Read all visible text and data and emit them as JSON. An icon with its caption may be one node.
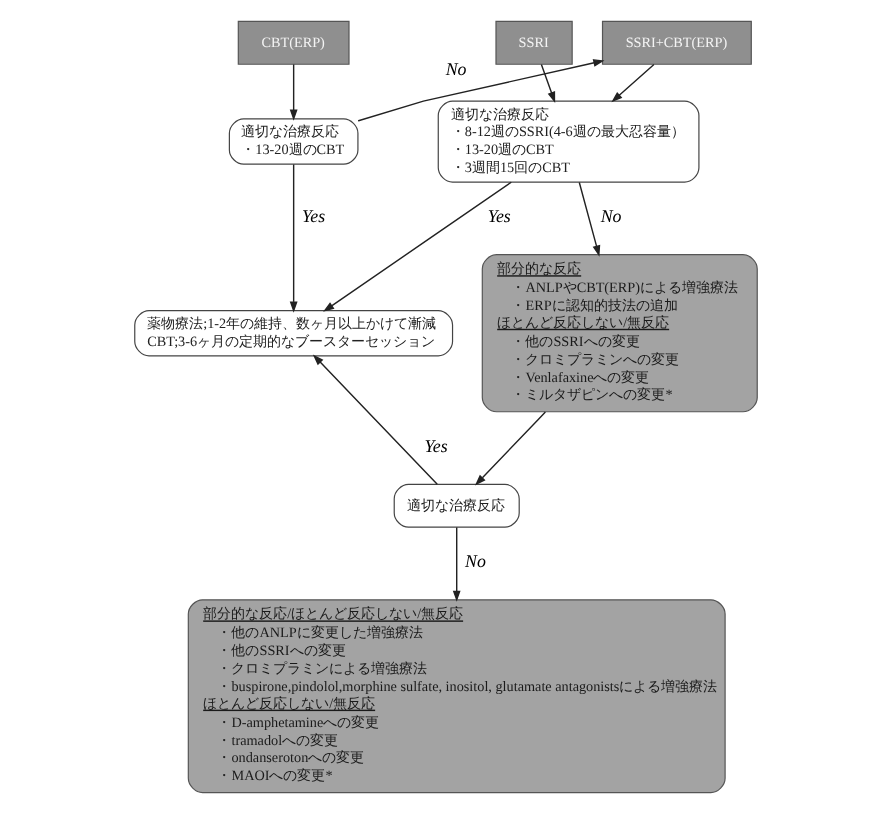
{
  "diagram": {
    "nodes": [
      {
        "text": [
          "CBT(ERP)"
        ]
      },
      {
        "text": [
          "SSRI"
        ]
      },
      {
        "text": [
          "SSRI+CBT(ERP)"
        ]
      },
      {
        "text": [
          "適切な治療反応",
          "・13-20週のCBT"
        ]
      },
      {
        "text": [
          "適切な治療反応",
          "・8-12週のSSRI(4-6週の最大忍容量）",
          "・13-20週のCBT",
          "・3週間15回のCBT"
        ]
      },
      {
        "text": [
          "薬物療法;1-2年の維持、数ヶ月以上かけて漸減",
          "CBT;3-6ヶ月の定期的なブースターセッション"
        ]
      },
      {
        "text": [
          "部分的な反応",
          "・ANLPやCBT(ERP)による増強療法",
          "・ERPに認知的技法の追加",
          "ほとんど反応しない/無反応",
          "・他のSSRIへの変更",
          "・クロミプラミンへの変更",
          "・Venlafaxineへの変更",
          "・ミルタザピンへの変更*"
        ]
      },
      {
        "text": [
          "適切な治療反応"
        ]
      },
      {
        "text": [
          "部分的な反応/ほとんど反応しない/無反応",
          "・他のANLPに変更した増強療法",
          "・他のSSRIへの変更",
          "・クロミプラミンによる増強療法",
          "・buspirone,pindolol,morphine sulfate, inositol, glutamate antagonistsによる増強療法",
          "ほとんど反応しない/無反応",
          "・D-amphetamineへの変更",
          "・tramadolへの変更",
          "・ondanserotonへの変更",
          "・MAOIへの変更*"
        ]
      }
    ],
    "edges": [
      {
        "from": 0,
        "to": 3,
        "arrow": "to"
      },
      {
        "from": 3,
        "to": 2,
        "arrow": "to",
        "label": "No"
      },
      {
        "from": 1,
        "to": 4,
        "arrow": "to"
      },
      {
        "from": 2,
        "to": 4,
        "arrow": "to"
      },
      {
        "from": 3,
        "to": 5,
        "arrow": "to",
        "label": "Yes"
      },
      {
        "from": 4,
        "to": 5,
        "arrow": "to",
        "label": "Yes"
      },
      {
        "from": 4,
        "to": 6,
        "arrow": "to",
        "label": "No"
      },
      {
        "from": 7,
        "to": 5,
        "arrow": "to",
        "label": "Yes"
      },
      {
        "from": 6,
        "to": 7,
        "arrow": "to"
      },
      {
        "from": 7,
        "to": 8,
        "arrow": "to",
        "label": "No"
      }
    ]
  }
}
